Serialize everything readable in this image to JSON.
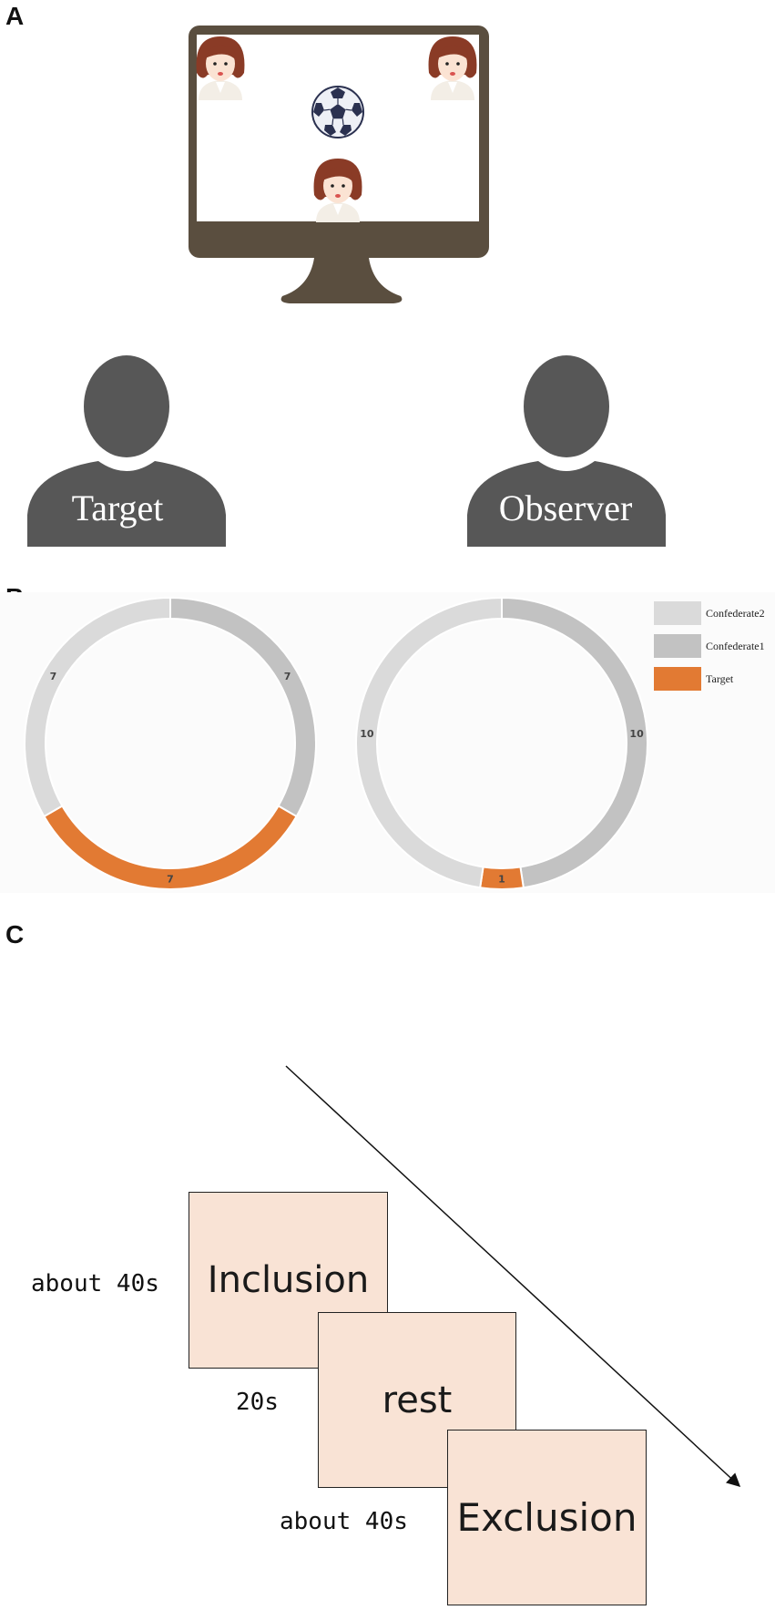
{
  "panels": {
    "a": "A",
    "b": "B",
    "c": "C"
  },
  "panel_a": {
    "target_label": "Target",
    "observer_label": "Observer",
    "monitor_icon": "monitor-icon",
    "ball_icon": "soccer-ball-icon",
    "avatar_icon": "female-avatar-icon"
  },
  "chart_data": [
    {
      "type": "pie",
      "variant": "donut",
      "categories": [
        "Confederate1",
        "Target",
        "Confederate2"
      ],
      "values": [
        7,
        7,
        7
      ],
      "labels": [
        "7",
        "7",
        "7"
      ],
      "colors": [
        "#c2c2c2",
        "#e27a33",
        "#dadada"
      ]
    },
    {
      "type": "pie",
      "variant": "donut",
      "categories": [
        "Confederate1",
        "Target",
        "Confederate2"
      ],
      "values": [
        10,
        1,
        10
      ],
      "labels": [
        "10",
        "1",
        "10"
      ],
      "colors": [
        "#c2c2c2",
        "#e27a33",
        "#dadada"
      ]
    }
  ],
  "legend": [
    {
      "label": "Confederate2",
      "color": "#dadada"
    },
    {
      "label": "Confederate1",
      "color": "#c2c2c2"
    },
    {
      "label": "Target",
      "color": "#e27a33"
    }
  ],
  "panel_c": {
    "inclusion": "Inclusion",
    "rest": "rest",
    "exclusion": "Exclusion",
    "inclusion_duration": "about 40s",
    "rest_duration": "20s",
    "exclusion_duration": "about 40s"
  }
}
